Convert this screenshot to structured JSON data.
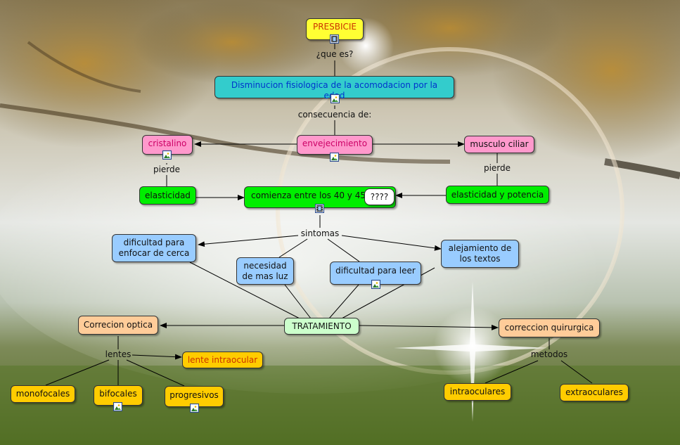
{
  "colors": {
    "title_text": "#cc3300",
    "teal_text": "#0033cc",
    "pink_text": "#cc0066",
    "dark_text": "#111111"
  },
  "nodes": {
    "presbicie": "PRESBICIE",
    "disminucion": "Disminucion fisiologica de la acomodacion por la edad",
    "cristalino": "cristalino",
    "envejecimiento": "envejecimiento",
    "musculo": "musculo ciliar",
    "elasticidad": "elasticidad",
    "comienza": "comienza entre los 40 y 45",
    "unknown": "????",
    "elasticidad_potencia": "elasticidad y potencia",
    "dificultad_enfocar_1": "dificultad para",
    "dificultad_enfocar_2": "enfocar de cerca",
    "necesidad_1": "necesidad",
    "necesidad_2": "de mas luz",
    "dificultad_leer": "dificultad para leer",
    "alejamiento_1": "alejamiento de",
    "alejamiento_2": "los textos",
    "tratamiento": "TRATAMIENTO",
    "correcion_optica": "Correcion optica",
    "correccion_quirurgica": "correccion quirurgica",
    "lente_intraocular": "lente intraocular",
    "monofocales": "monofocales",
    "bifocales": "bifocales",
    "progresivos": "progresivos",
    "intraoculares": "intraoculares",
    "extraoculares": "extraoculares"
  },
  "links": {
    "que_es": "¿que es?",
    "consecuencia": "consecuencia de:",
    "pierde_left": "pierde",
    "pierde_right": "pierde",
    "sintomas": "sintomas",
    "lentes": "lentes",
    "metodos": "metodos"
  },
  "icons": {
    "video": "film-icon",
    "image": "image-icon"
  }
}
